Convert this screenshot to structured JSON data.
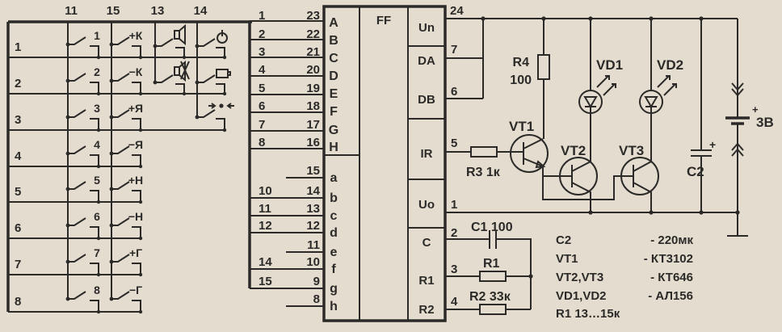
{
  "switch_panel": {
    "column_labels": [
      "11",
      "15",
      "13",
      "14"
    ],
    "row_labels": [
      "1",
      "2",
      "3",
      "4",
      "5",
      "6",
      "7",
      "8"
    ],
    "key_numbers": [
      "1",
      "2",
      "3",
      "4",
      "5",
      "6",
      "7",
      "8"
    ],
    "mode_labels": [
      "+К",
      "−К",
      "+Я",
      "−Я",
      "+Н",
      "−Н",
      "+Г",
      "−Г"
    ],
    "icons": [
      "speaker-icon",
      "speaker-muted-icon",
      "power-icon",
      "battery-icon",
      "arrows-icon"
    ]
  },
  "pin_map": {
    "upper": [
      [
        "1",
        "23"
      ],
      [
        "2",
        "22"
      ],
      [
        "3",
        "21"
      ],
      [
        "4",
        "20"
      ],
      [
        "5",
        "19"
      ],
      [
        "6",
        "18"
      ],
      [
        "7",
        "17"
      ],
      [
        "8",
        "16"
      ]
    ],
    "lower": [
      [
        "",
        "15"
      ],
      [
        "10",
        "14"
      ],
      [
        "11",
        "13"
      ],
      [
        "12",
        "12"
      ],
      [
        "",
        "11"
      ],
      [
        "14",
        "10"
      ],
      [
        "15",
        "9"
      ],
      [
        "",
        "8"
      ]
    ]
  },
  "chip": {
    "name": "FF",
    "left_pins_upper": [
      "A",
      "B",
      "C",
      "D",
      "E",
      "F",
      "G",
      "H"
    ],
    "left_pins_lower": [
      "a",
      "b",
      "c",
      "d",
      "e",
      "f",
      "g",
      "h"
    ],
    "right_pins": [
      "Un",
      "DA",
      "DB",
      "IR",
      "Uo",
      "C",
      "R1",
      "R2"
    ]
  },
  "circuit": {
    "pin_un": "24",
    "pin_da": "7",
    "pin_db": "6",
    "pin_ir": "5",
    "pin_uo": "1",
    "pin_c": "2",
    "pin_r1": "3",
    "pin_r2": "4",
    "r4": "R4",
    "r4_value": "100",
    "r3": "R3 1к",
    "vt1": "VT1",
    "vt2": "VT2",
    "vt3": "VT3",
    "vd1": "VD1",
    "vd2": "VD2",
    "c2": "C2",
    "c2_plus": "+",
    "battery_plus": "+",
    "battery": "3В",
    "c1": "C1 100",
    "r1": "R1",
    "r2": "R2 33к"
  },
  "parts_list": [
    [
      "C2",
      "- 220мк"
    ],
    [
      "VT1",
      "- КТ3102"
    ],
    [
      "VT2,VT3",
      "- КТ646"
    ],
    [
      "VD1,VD2",
      "- АЛ156"
    ],
    [
      "R1 13…15к",
      ""
    ]
  ]
}
